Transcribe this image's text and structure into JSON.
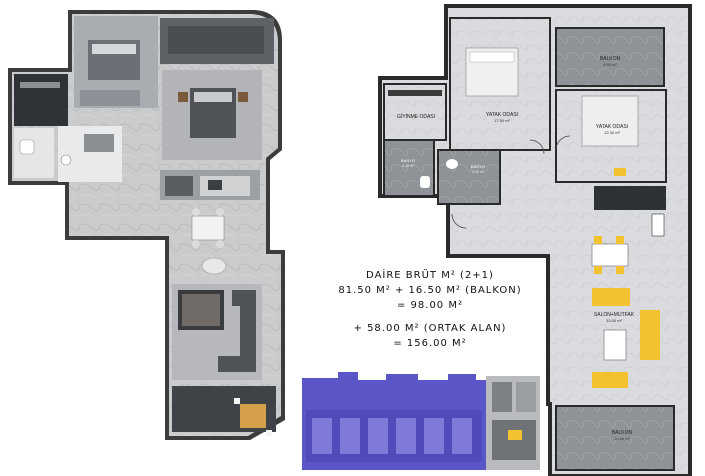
{
  "summary": {
    "line1": "DAİRE BRÜT M² (2+1)",
    "line2": "81.50 M² + 16.50 M² (BALKON)",
    "line3": "= 98.00 M²",
    "line4": "+ 58.00 M² (ORTAK ALAN)",
    "line5": "= 156.00 M²"
  },
  "rooms": {
    "balkon_top_name": "BALKON",
    "balkon_top_area": "6.50 m²",
    "yatak1_name": "YATAK ODASI",
    "yatak1_area": "17.50 m²",
    "giyinme_name": "GİYİNME ODASI",
    "yatak2_name": "YATAK ODASI",
    "yatak2_area": "12.30 m²",
    "banyo1_name": "BANYO",
    "banyo1_area": "4.40 m²",
    "banyo2_name": "BANYO",
    "banyo2_area": "4.40 m²",
    "salon_name": "SALON+MUTFAK",
    "salon_area": "33.50 m²",
    "balkon_bottom_name": "BALKON",
    "balkon_bottom_area": "10.00 m²"
  },
  "colors": {
    "site_highlight": "#5b56c8",
    "furniture_yellow": "#f2c230",
    "wall": "#3a3a3a",
    "floor": "#d7d9dc"
  }
}
